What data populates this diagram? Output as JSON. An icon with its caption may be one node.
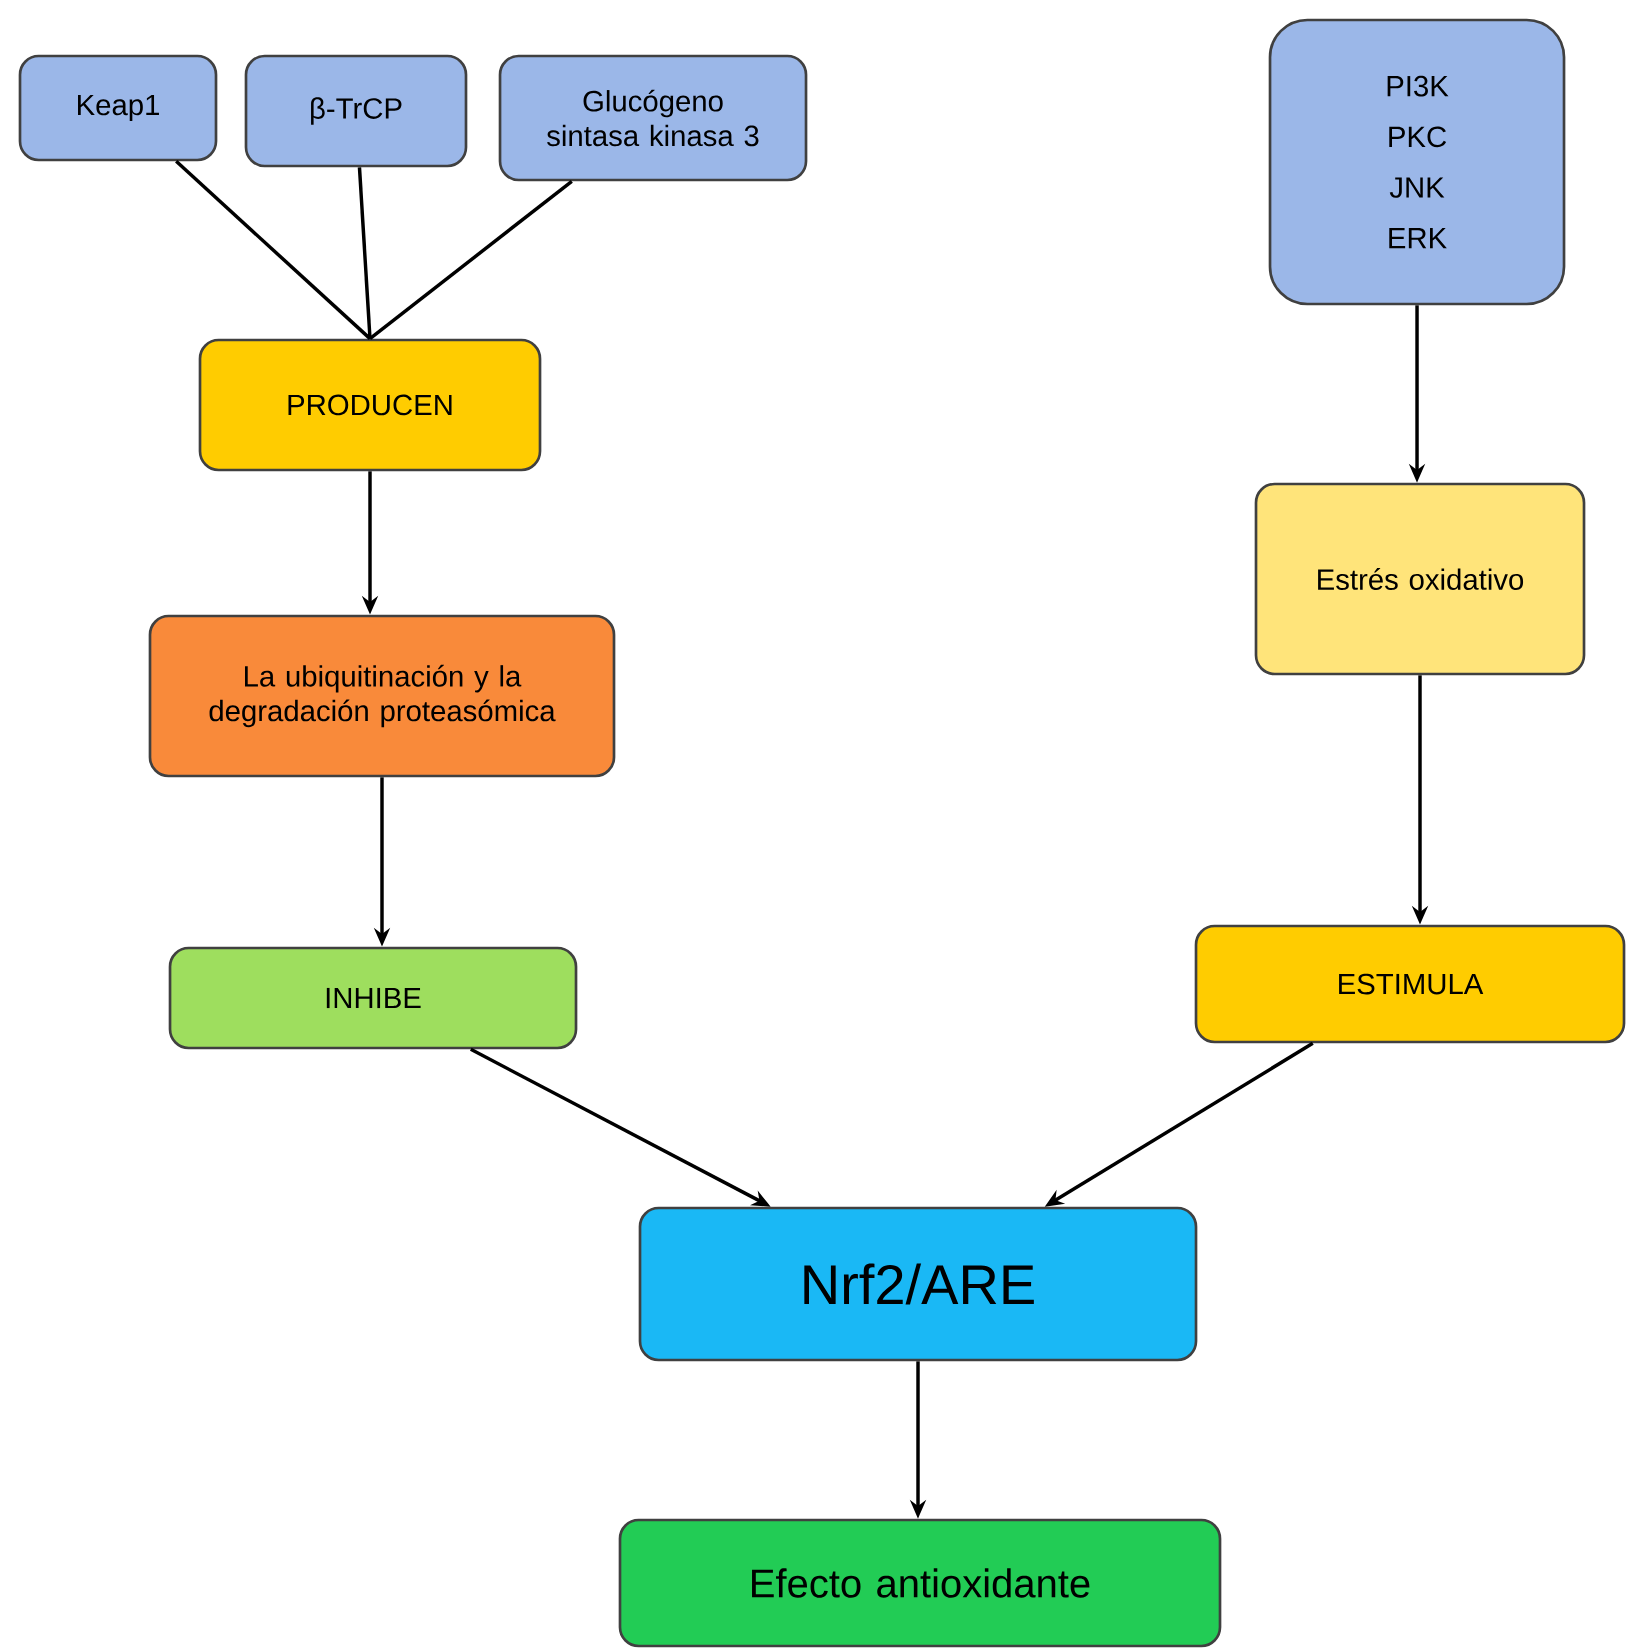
{
  "diagram": {
    "nodes": [
      {
        "text": [
          "Keap1"
        ]
      },
      {
        "text": [
          "β-TrCP"
        ]
      },
      {
        "text": [
          "Glucógeno sintasa kinasa 3"
        ]
      },
      {
        "text": [
          "PI3K",
          "PKC",
          "JNK",
          "ERK"
        ]
      },
      {
        "text": [
          "PRODUCEN"
        ]
      },
      {
        "text": [
          "La ubiquitinación y la degradación proteasómica"
        ]
      },
      {
        "text": [
          "Estrés oxidativo"
        ]
      },
      {
        "text": [
          "INHIBE"
        ]
      },
      {
        "text": [
          "ESTIMULA"
        ]
      },
      {
        "text": [
          "Nrf2/ARE"
        ]
      },
      {
        "text": [
          "Efecto antioxidante"
        ]
      }
    ],
    "edges": [
      {
        "from": 0,
        "to": 4,
        "arrow": "none"
      },
      {
        "from": 1,
        "to": 4,
        "arrow": "none"
      },
      {
        "from": 2,
        "to": 4,
        "arrow": "none"
      },
      {
        "from": 4,
        "to": 5,
        "arrow": "to"
      },
      {
        "from": 5,
        "to": 7,
        "arrow": "to"
      },
      {
        "from": 7,
        "to": 9,
        "arrow": "to"
      },
      {
        "from": 3,
        "to": 6,
        "arrow": "to"
      },
      {
        "from": 6,
        "to": 8,
        "arrow": "to"
      },
      {
        "from": 8,
        "to": 9,
        "arrow": "to"
      },
      {
        "from": 9,
        "to": 10,
        "arrow": "to"
      }
    ]
  }
}
